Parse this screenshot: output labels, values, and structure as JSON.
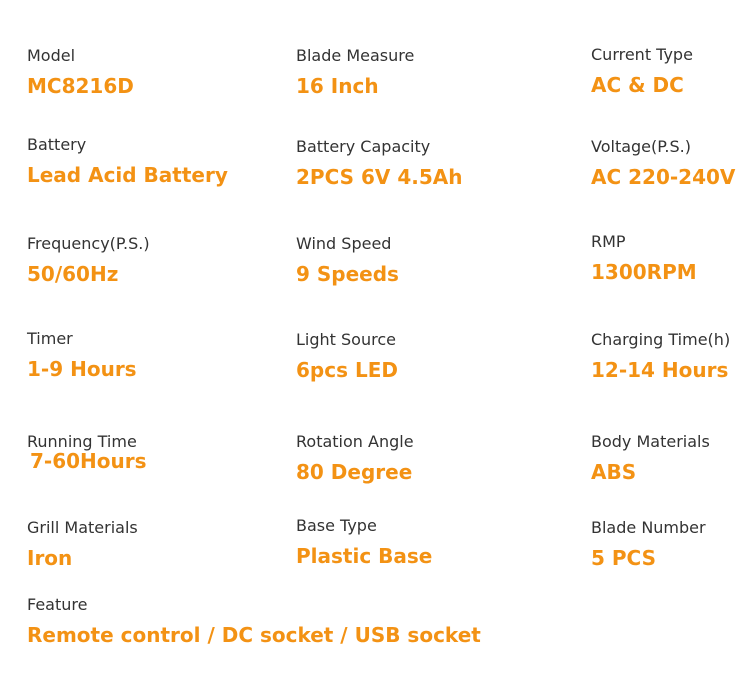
{
  "specs": [
    {
      "label": "Model",
      "value": "MC8216D"
    },
    {
      "label": "Blade Measure",
      "value": "16 Inch"
    },
    {
      "label": "Current Type",
      "value": "AC & DC"
    },
    {
      "label": "Battery",
      "value": "Lead Acid Battery"
    },
    {
      "label": "Battery Capacity",
      "value": "2PCS 6V 4.5Ah"
    },
    {
      "label": "Voltage(P.S.)",
      "value": "AC 220-240V"
    },
    {
      "label": "Frequency(P.S.)",
      "value": "50/60Hz"
    },
    {
      "label": "Wind Speed",
      "value": "9 Speeds"
    },
    {
      "label": "RMP",
      "value": "1300RPM"
    },
    {
      "label": "Timer",
      "value": "1-9 Hours"
    },
    {
      "label": "Light Source",
      "value": "6pcs LED"
    },
    {
      "label": "Charging Time(h)",
      "value": "12-14 Hours"
    },
    {
      "label": "Running Time",
      "value": "7-60Hours"
    },
    {
      "label": "Rotation Angle",
      "value": "80 Degree"
    },
    {
      "label": "Body Materials",
      "value": "ABS"
    },
    {
      "label": "Grill Materials",
      "value": "Iron"
    },
    {
      "label": "Base Type",
      "value": "Plastic Base"
    },
    {
      "label": "Blade Number",
      "value": "5 PCS"
    },
    {
      "label": "Feature",
      "value": "Remote control / DC socket / USB socket"
    }
  ],
  "colors": {
    "label": "#333333",
    "value": "#f39214",
    "background": "#ffffff"
  }
}
